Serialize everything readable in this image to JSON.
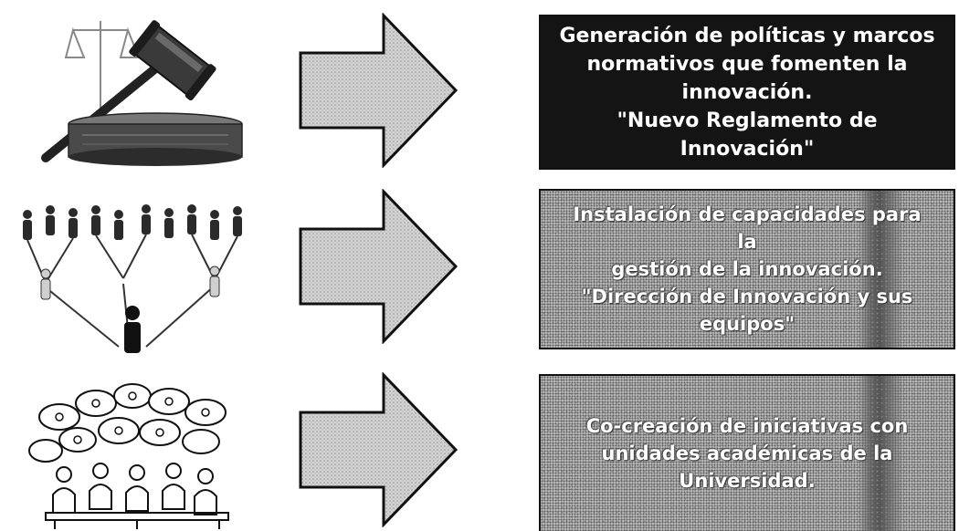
{
  "rows": [
    {
      "illustration": "gavel-on-sound-block-illustration",
      "lines": [
        "Generación de políticas y marcos",
        "normativos que fomenten la",
        "innovación.",
        "\"Nuevo Reglamento de Innovación\""
      ]
    },
    {
      "illustration": "people-network-illustration",
      "lines": [
        "Instalación de capacidades para la",
        "gestión de la innovación.",
        "\"Dirección de Innovación y sus",
        "equipos\""
      ]
    },
    {
      "illustration": "team-brainstorm-illustration",
      "lines": [
        "Co-creación de iniciativas con",
        "unidades académicas de la",
        "Universidad."
      ]
    }
  ],
  "colors": {
    "dark_box": "#141414",
    "light_box": "#bdbdbd",
    "arrow_fill": "#d4d4d4",
    "ink": "#111111"
  }
}
